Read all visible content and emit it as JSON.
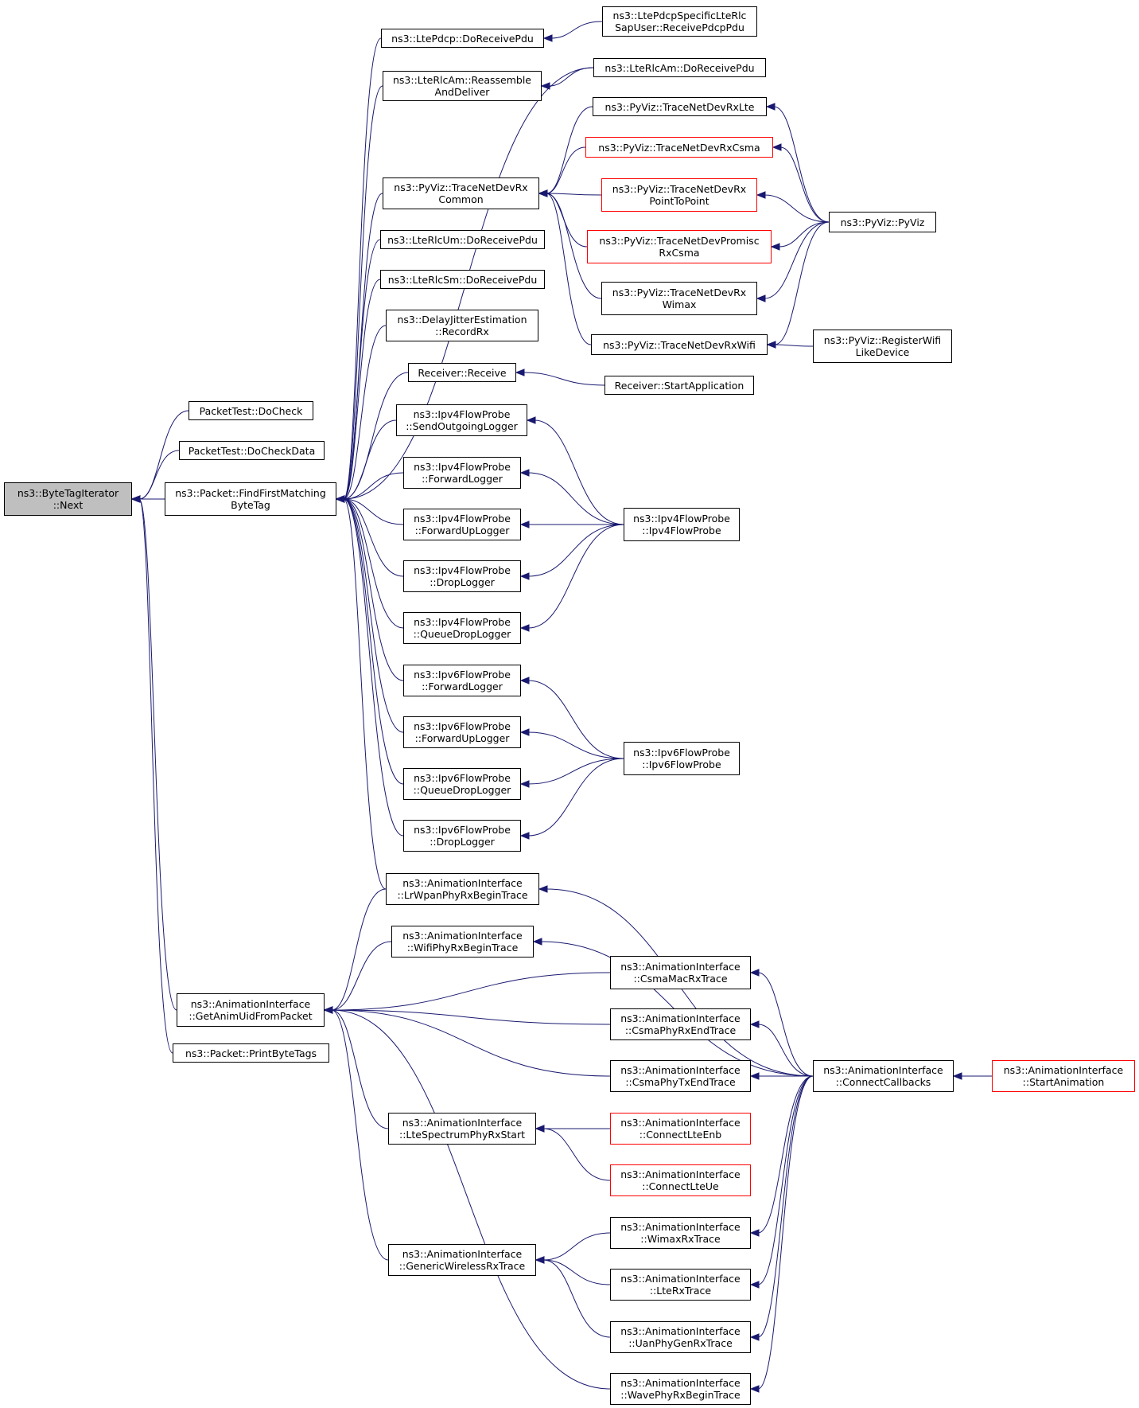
{
  "colors": {
    "edge": "#191970",
    "border": "#000000",
    "highlight_border": "#ff0000",
    "root_fill": "#bfbfbf"
  },
  "nodes": {
    "byte_tag_iterator_next": {
      "lines": [
        "ns3::ByteTagIterator",
        "::Next"
      ]
    },
    "packet_test_do_check": {
      "lines": [
        "PacketTest::DoCheck"
      ]
    },
    "packet_test_do_check_data": {
      "lines": [
        "PacketTest::DoCheckData"
      ]
    },
    "packet_find_first_matching_byte_tag": {
      "lines": [
        "ns3::Packet::FindFirstMatching",
        "ByteTag"
      ]
    },
    "get_anim_uid_from_packet": {
      "lines": [
        "ns3::AnimationInterface",
        "::GetAnimUidFromPacket"
      ]
    },
    "packet_print_byte_tags": {
      "lines": [
        "ns3::Packet::PrintByteTags"
      ]
    },
    "lte_pdcp_do_receive_pdu": {
      "lines": [
        "ns3::LtePdcp::DoReceivePdu"
      ]
    },
    "lte_pdcp_specific_receive_pdcp_pdu": {
      "lines": [
        "ns3::LtePdcpSpecificLteRlc",
        "SapUser::ReceivePdcpPdu"
      ]
    },
    "lte_rlc_am_reassemble_and_deliver": {
      "lines": [
        "ns3::LteRlcAm::Reassemble",
        "AndDeliver"
      ]
    },
    "lte_rlc_am_do_receive_pdu": {
      "lines": [
        "ns3::LteRlcAm::DoReceivePdu"
      ]
    },
    "pyviz_trace_net_dev_rx_common": {
      "lines": [
        "ns3::PyViz::TraceNetDevRx",
        "Common"
      ]
    },
    "pyviz_trace_net_dev_rx_lte": {
      "lines": [
        "ns3::PyViz::TraceNetDevRxLte"
      ]
    },
    "pyviz_trace_net_dev_rx_csma": {
      "lines": [
        "ns3::PyViz::TraceNetDevRxCsma"
      ]
    },
    "pyviz_trace_net_dev_rx_point_to_point": {
      "lines": [
        "ns3::PyViz::TraceNetDevRx",
        "PointToPoint"
      ]
    },
    "pyviz_pyviz": {
      "lines": [
        "ns3::PyViz::PyViz"
      ]
    },
    "pyviz_trace_net_dev_promisc_rx_csma": {
      "lines": [
        "ns3::PyViz::TraceNetDevPromisc",
        "RxCsma"
      ]
    },
    "pyviz_trace_net_dev_rx_wimax": {
      "lines": [
        "ns3::PyViz::TraceNetDevRx",
        "Wimax"
      ]
    },
    "pyviz_trace_net_dev_rx_wifi": {
      "lines": [
        "ns3::PyViz::TraceNetDevRxWifi"
      ]
    },
    "pyviz_register_wifi_like_device": {
      "lines": [
        "ns3::PyViz::RegisterWifi",
        "LikeDevice"
      ]
    },
    "lte_rlc_um_do_receive_pdu": {
      "lines": [
        "ns3::LteRlcUm::DoReceivePdu"
      ]
    },
    "lte_rlc_sm_do_receive_pdu": {
      "lines": [
        "ns3::LteRlcSm::DoReceivePdu"
      ]
    },
    "delay_jitter_estimation_record_rx": {
      "lines": [
        "ns3::DelayJitterEstimation",
        "::RecordRx"
      ]
    },
    "receiver_receive": {
      "lines": [
        "Receiver::Receive"
      ]
    },
    "receiver_start_application": {
      "lines": [
        "Receiver::StartApplication"
      ]
    },
    "ipv4_send_outgoing_logger": {
      "lines": [
        "ns3::Ipv4FlowProbe",
        "::SendOutgoingLogger"
      ]
    },
    "ipv4_forward_logger": {
      "lines": [
        "ns3::Ipv4FlowProbe",
        "::ForwardLogger"
      ]
    },
    "ipv4_forward_up_logger": {
      "lines": [
        "ns3::Ipv4FlowProbe",
        "::ForwardUpLogger"
      ]
    },
    "ipv4_drop_logger": {
      "lines": [
        "ns3::Ipv4FlowProbe",
        "::DropLogger"
      ]
    },
    "ipv4_queue_drop_logger": {
      "lines": [
        "ns3::Ipv4FlowProbe",
        "::QueueDropLogger"
      ]
    },
    "ipv4_flow_probe_ctor": {
      "lines": [
        "ns3::Ipv4FlowProbe",
        "::Ipv4FlowProbe"
      ]
    },
    "ipv6_forward_logger": {
      "lines": [
        "ns3::Ipv6FlowProbe",
        "::ForwardLogger"
      ]
    },
    "ipv6_forward_up_logger": {
      "lines": [
        "ns3::Ipv6FlowProbe",
        "::ForwardUpLogger"
      ]
    },
    "ipv6_queue_drop_logger": {
      "lines": [
        "ns3::Ipv6FlowProbe",
        "::QueueDropLogger"
      ]
    },
    "ipv6_drop_logger": {
      "lines": [
        "ns3::Ipv6FlowProbe",
        "::DropLogger"
      ]
    },
    "ipv6_flow_probe_ctor": {
      "lines": [
        "ns3::Ipv6FlowProbe",
        "::Ipv6FlowProbe"
      ]
    },
    "anim_lr_wpan_phy_rx_begin_trace": {
      "lines": [
        "ns3::AnimationInterface",
        "::LrWpanPhyRxBeginTrace"
      ]
    },
    "anim_wifi_phy_rx_begin_trace": {
      "lines": [
        "ns3::AnimationInterface",
        "::WifiPhyRxBeginTrace"
      ]
    },
    "anim_csma_mac_rx_trace": {
      "lines": [
        "ns3::AnimationInterface",
        "::CsmaMacRxTrace"
      ]
    },
    "anim_csma_phy_rx_end_trace": {
      "lines": [
        "ns3::AnimationInterface",
        "::CsmaPhyRxEndTrace"
      ]
    },
    "anim_csma_phy_tx_end_trace": {
      "lines": [
        "ns3::AnimationInterface",
        "::CsmaPhyTxEndTrace"
      ]
    },
    "anim_connect_callbacks": {
      "lines": [
        "ns3::AnimationInterface",
        "::ConnectCallbacks"
      ]
    },
    "anim_start_animation": {
      "lines": [
        "ns3::AnimationInterface",
        "::StartAnimation"
      ]
    },
    "anim_lte_spectrum_phy_rx_start": {
      "lines": [
        "ns3::AnimationInterface",
        "::LteSpectrumPhyRxStart"
      ]
    },
    "anim_connect_lte_enb": {
      "lines": [
        "ns3::AnimationInterface",
        "::ConnectLteEnb"
      ]
    },
    "anim_connect_lte_ue": {
      "lines": [
        "ns3::AnimationInterface",
        "::ConnectLteUe"
      ]
    },
    "anim_generic_wireless_rx_trace": {
      "lines": [
        "ns3::AnimationInterface",
        "::GenericWirelessRxTrace"
      ]
    },
    "anim_wimax_rx_trace": {
      "lines": [
        "ns3::AnimationInterface",
        "::WimaxRxTrace"
      ]
    },
    "anim_lte_rx_trace": {
      "lines": [
        "ns3::AnimationInterface",
        "::LteRxTrace"
      ]
    },
    "anim_uan_phy_gen_rx_trace": {
      "lines": [
        "ns3::AnimationInterface",
        "::UanPhyGenRxTrace"
      ]
    },
    "anim_wave_phy_rx_begin_trace": {
      "lines": [
        "ns3::AnimationInterface",
        "::WavePhyRxBeginTrace"
      ]
    }
  },
  "highlighted_nodes": [
    "pyviz_trace_net_dev_rx_csma",
    "pyviz_trace_net_dev_rx_point_to_point",
    "pyviz_trace_net_dev_promisc_rx_csma",
    "anim_start_animation",
    "anim_connect_lte_enb",
    "anim_connect_lte_ue"
  ],
  "root_node": "byte_tag_iterator_next",
  "edges": [
    [
      "packet_test_do_check",
      "byte_tag_iterator_next"
    ],
    [
      "packet_test_do_check_data",
      "byte_tag_iterator_next"
    ],
    [
      "packet_find_first_matching_byte_tag",
      "byte_tag_iterator_next"
    ],
    [
      "get_anim_uid_from_packet",
      "byte_tag_iterator_next"
    ],
    [
      "packet_print_byte_tags",
      "byte_tag_iterator_next"
    ],
    [
      "lte_pdcp_do_receive_pdu",
      "packet_find_first_matching_byte_tag"
    ],
    [
      "lte_rlc_am_reassemble_and_deliver",
      "packet_find_first_matching_byte_tag"
    ],
    [
      "lte_rlc_am_do_receive_pdu",
      "packet_find_first_matching_byte_tag"
    ],
    [
      "pyviz_trace_net_dev_rx_common",
      "packet_find_first_matching_byte_tag"
    ],
    [
      "lte_rlc_um_do_receive_pdu",
      "packet_find_first_matching_byte_tag"
    ],
    [
      "lte_rlc_sm_do_receive_pdu",
      "packet_find_first_matching_byte_tag"
    ],
    [
      "delay_jitter_estimation_record_rx",
      "packet_find_first_matching_byte_tag"
    ],
    [
      "receiver_receive",
      "packet_find_first_matching_byte_tag"
    ],
    [
      "ipv4_send_outgoing_logger",
      "packet_find_first_matching_byte_tag"
    ],
    [
      "ipv4_forward_logger",
      "packet_find_first_matching_byte_tag"
    ],
    [
      "ipv4_forward_up_logger",
      "packet_find_first_matching_byte_tag"
    ],
    [
      "ipv4_drop_logger",
      "packet_find_first_matching_byte_tag"
    ],
    [
      "ipv4_queue_drop_logger",
      "packet_find_first_matching_byte_tag"
    ],
    [
      "ipv6_forward_logger",
      "packet_find_first_matching_byte_tag"
    ],
    [
      "ipv6_forward_up_logger",
      "packet_find_first_matching_byte_tag"
    ],
    [
      "ipv6_queue_drop_logger",
      "packet_find_first_matching_byte_tag"
    ],
    [
      "ipv6_drop_logger",
      "packet_find_first_matching_byte_tag"
    ],
    [
      "anim_lr_wpan_phy_rx_begin_trace",
      "packet_find_first_matching_byte_tag"
    ],
    [
      "lte_pdcp_specific_receive_pdcp_pdu",
      "lte_pdcp_do_receive_pdu"
    ],
    [
      "lte_rlc_am_do_receive_pdu",
      "lte_rlc_am_reassemble_and_deliver"
    ],
    [
      "pyviz_trace_net_dev_rx_lte",
      "pyviz_trace_net_dev_rx_common"
    ],
    [
      "pyviz_trace_net_dev_rx_csma",
      "pyviz_trace_net_dev_rx_common"
    ],
    [
      "pyviz_trace_net_dev_rx_point_to_point",
      "pyviz_trace_net_dev_rx_common"
    ],
    [
      "pyviz_trace_net_dev_promisc_rx_csma",
      "pyviz_trace_net_dev_rx_common"
    ],
    [
      "pyviz_trace_net_dev_rx_wimax",
      "pyviz_trace_net_dev_rx_common"
    ],
    [
      "pyviz_trace_net_dev_rx_wifi",
      "pyviz_trace_net_dev_rx_common"
    ],
    [
      "pyviz_pyviz",
      "pyviz_trace_net_dev_rx_lte"
    ],
    [
      "pyviz_pyviz",
      "pyviz_trace_net_dev_rx_csma"
    ],
    [
      "pyviz_pyviz",
      "pyviz_trace_net_dev_rx_point_to_point"
    ],
    [
      "pyviz_pyviz",
      "pyviz_trace_net_dev_promisc_rx_csma"
    ],
    [
      "pyviz_pyviz",
      "pyviz_trace_net_dev_rx_wimax"
    ],
    [
      "pyviz_pyviz",
      "pyviz_trace_net_dev_rx_wifi"
    ],
    [
      "pyviz_register_wifi_like_device",
      "pyviz_trace_net_dev_rx_wifi"
    ],
    [
      "receiver_start_application",
      "receiver_receive"
    ],
    [
      "ipv4_flow_probe_ctor",
      "ipv4_send_outgoing_logger"
    ],
    [
      "ipv4_flow_probe_ctor",
      "ipv4_forward_logger"
    ],
    [
      "ipv4_flow_probe_ctor",
      "ipv4_forward_up_logger"
    ],
    [
      "ipv4_flow_probe_ctor",
      "ipv4_drop_logger"
    ],
    [
      "ipv4_flow_probe_ctor",
      "ipv4_queue_drop_logger"
    ],
    [
      "ipv6_flow_probe_ctor",
      "ipv6_forward_logger"
    ],
    [
      "ipv6_flow_probe_ctor",
      "ipv6_forward_up_logger"
    ],
    [
      "ipv6_flow_probe_ctor",
      "ipv6_queue_drop_logger"
    ],
    [
      "ipv6_flow_probe_ctor",
      "ipv6_drop_logger"
    ],
    [
      "anim_lr_wpan_phy_rx_begin_trace",
      "get_anim_uid_from_packet"
    ],
    [
      "anim_wifi_phy_rx_begin_trace",
      "get_anim_uid_from_packet"
    ],
    [
      "anim_csma_mac_rx_trace",
      "get_anim_uid_from_packet"
    ],
    [
      "anim_csma_phy_rx_end_trace",
      "get_anim_uid_from_packet"
    ],
    [
      "anim_csma_phy_tx_end_trace",
      "get_anim_uid_from_packet"
    ],
    [
      "anim_lte_spectrum_phy_rx_start",
      "get_anim_uid_from_packet"
    ],
    [
      "anim_generic_wireless_rx_trace",
      "get_anim_uid_from_packet"
    ],
    [
      "anim_wave_phy_rx_begin_trace",
      "get_anim_uid_from_packet"
    ],
    [
      "anim_connect_callbacks",
      "anim_lr_wpan_phy_rx_begin_trace"
    ],
    [
      "anim_connect_callbacks",
      "anim_wifi_phy_rx_begin_trace"
    ],
    [
      "anim_connect_callbacks",
      "anim_csma_mac_rx_trace"
    ],
    [
      "anim_connect_callbacks",
      "anim_csma_phy_rx_end_trace"
    ],
    [
      "anim_connect_callbacks",
      "anim_csma_phy_tx_end_trace"
    ],
    [
      "anim_connect_callbacks",
      "anim_wimax_rx_trace"
    ],
    [
      "anim_connect_callbacks",
      "anim_lte_rx_trace"
    ],
    [
      "anim_connect_callbacks",
      "anim_uan_phy_gen_rx_trace"
    ],
    [
      "anim_connect_callbacks",
      "anim_wave_phy_rx_begin_trace"
    ],
    [
      "anim_start_animation",
      "anim_connect_callbacks"
    ],
    [
      "anim_connect_lte_enb",
      "anim_lte_spectrum_phy_rx_start"
    ],
    [
      "anim_connect_lte_ue",
      "anim_lte_spectrum_phy_rx_start"
    ],
    [
      "anim_wimax_rx_trace",
      "anim_generic_wireless_rx_trace"
    ],
    [
      "anim_lte_rx_trace",
      "anim_generic_wireless_rx_trace"
    ],
    [
      "anim_uan_phy_gen_rx_trace",
      "anim_generic_wireless_rx_trace"
    ]
  ]
}
